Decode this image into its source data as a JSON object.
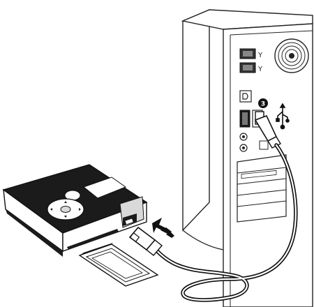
{
  "figure": {
    "step_number": "3",
    "icons": {
      "usb": "usb-trident-icon",
      "port_a": "port-icon-y",
      "port_b": "port-icon-y",
      "insert_arrow": "triple-chevron-arrow-icon"
    }
  },
  "colors": {
    "ink": "#1a1a1a",
    "line": "#222222",
    "light_fill": "#f3f3f3",
    "device_dark": "#1b1b1b",
    "white": "#ffffff",
    "grey_fill": "#d9d9d9"
  }
}
